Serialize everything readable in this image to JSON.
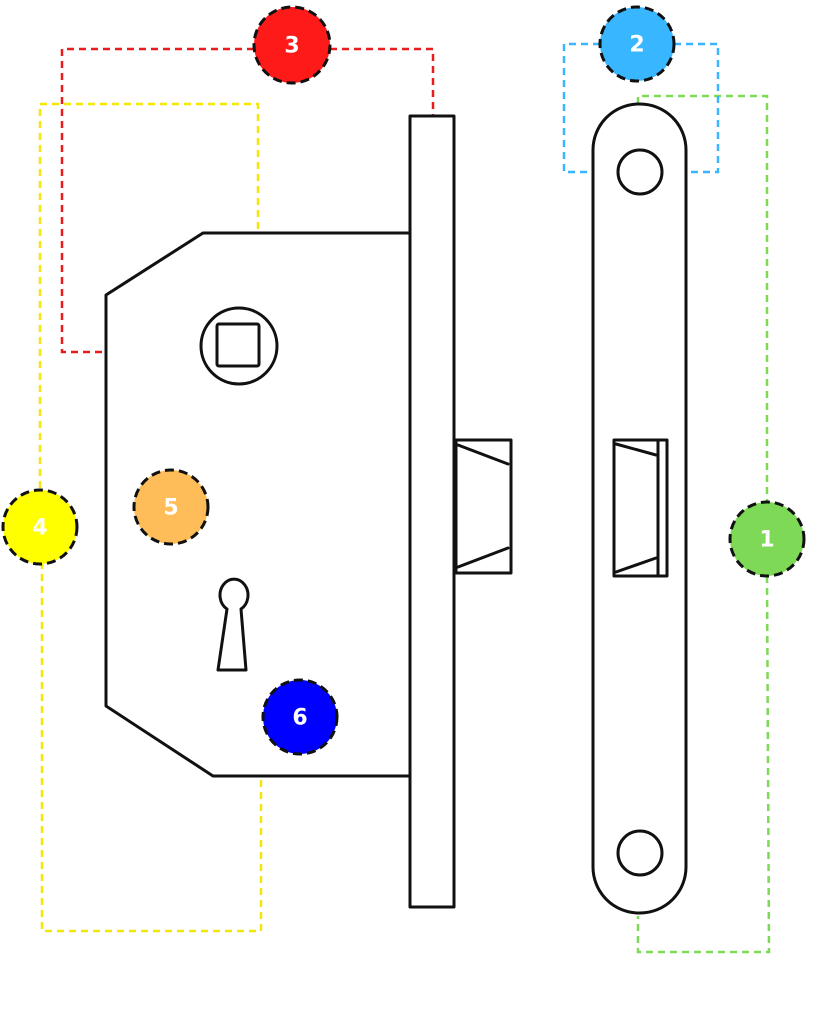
{
  "callouts": [
    {
      "label": "1",
      "color": "#7ed957"
    },
    {
      "label": "2",
      "color": "#38b6ff"
    },
    {
      "label": "3",
      "color": "#ff1a1a"
    },
    {
      "label": "4",
      "color": "#ffff00"
    },
    {
      "label": "5",
      "color": "#ffbd59"
    },
    {
      "label": "6",
      "color": "#0000ff"
    }
  ],
  "leader_colors": {
    "callout_1": "#7ed957",
    "callout_2": "#38b6ff",
    "callout_3": "#e81c1c",
    "callout_4": "#f5e60a",
    "callout_5": "#ffbd59",
    "callout_6": "#1818c8"
  }
}
